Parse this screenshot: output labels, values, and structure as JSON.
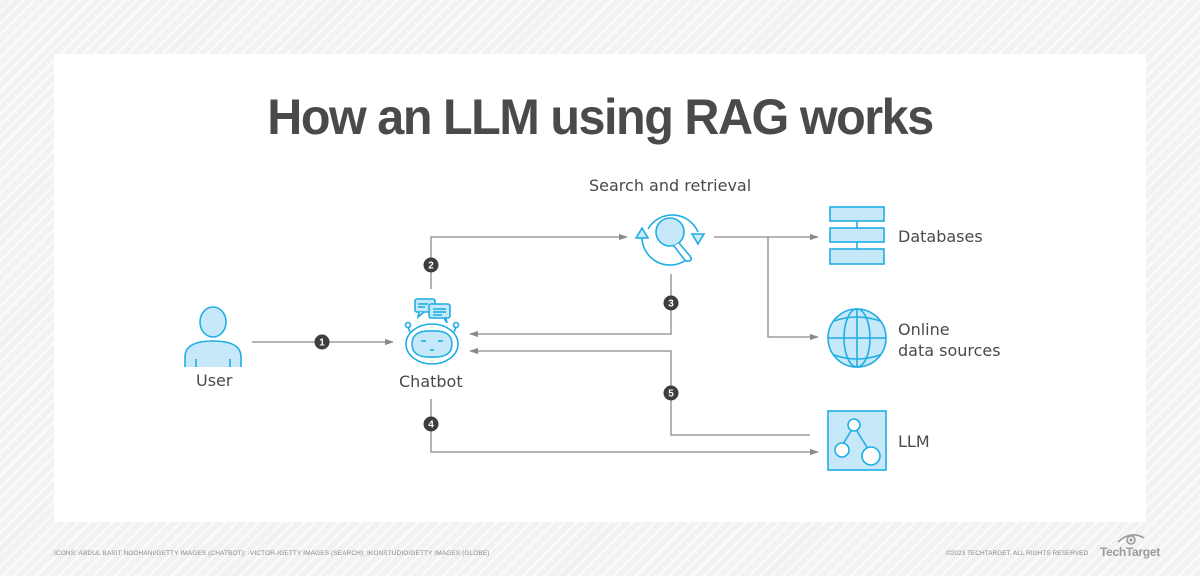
{
  "title": "How an LLM using RAG works",
  "colors": {
    "icon_stroke": "#1eaee4",
    "icon_fill": "#c6e8f8",
    "connector": "#8a8a8a",
    "badge": "#3d3d3d",
    "text": "#4a4a4c"
  },
  "nodes": {
    "user": {
      "label": "User",
      "icon": "person-icon"
    },
    "chatbot": {
      "label": "Chatbot",
      "icon": "chatbot-icon"
    },
    "search": {
      "label": "Search and retrieval",
      "icon": "search-retrieval-icon"
    },
    "databases": {
      "label": "Databases",
      "icon": "database-icon"
    },
    "online": {
      "label_line1": "Online",
      "label_line2": "data sources",
      "icon": "globe-icon"
    },
    "llm": {
      "label": "LLM",
      "icon": "llm-network-icon"
    }
  },
  "steps": [
    {
      "number": "1",
      "from": "User",
      "to": "Chatbot"
    },
    {
      "number": "2",
      "from": "Chatbot",
      "to": "Search and retrieval"
    },
    {
      "number": "3",
      "from": "Search and retrieval",
      "to": "Chatbot"
    },
    {
      "number": "4",
      "from": "Chatbot",
      "to": "LLM"
    },
    {
      "number": "5",
      "from": "LLM",
      "to": "Chatbot"
    }
  ],
  "branches": [
    {
      "from": "Search and retrieval",
      "to": "Databases"
    },
    {
      "from": "Search and retrieval",
      "to": "Online data sources"
    }
  ],
  "footer": {
    "credits": "ICONS: ABDUL BASIT NOOHANI/GETTY IMAGES (CHATBOT); -VICTOR-/GETTY IMAGES (SEARCH); IKONSTUDIO/GETTY IMAGES (GLOBE)",
    "copyright": "©2023 TECHTARGET. ALL RIGHTS RESERVED",
    "brand": "TechTarget"
  }
}
